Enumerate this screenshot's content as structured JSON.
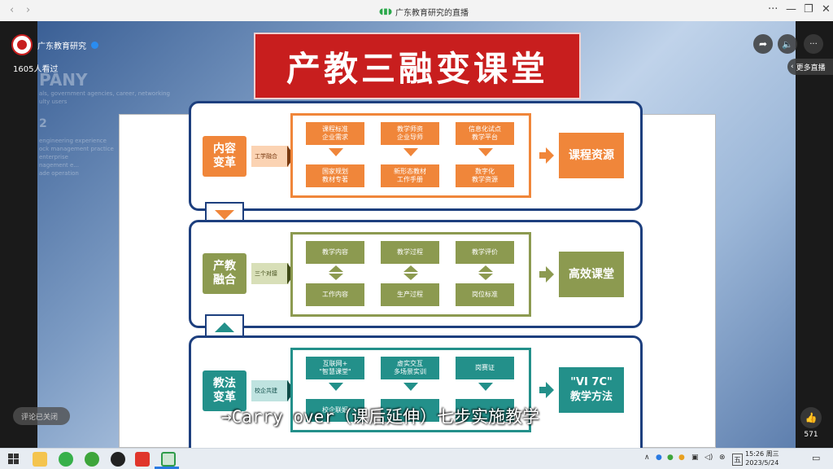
{
  "window": {
    "title": "广东教育研究的直播",
    "back_glyph": "‹",
    "forward_glyph": "›",
    "more_glyph": "···",
    "minimize_glyph": "—",
    "restore_glyph": "❐",
    "close_glyph": "✕"
  },
  "channel": {
    "name": "广东教育研究",
    "viewers": "1605人看过"
  },
  "overlay": {
    "share_glyph": "➦",
    "volume_glyph": "🔈",
    "more_glyph": "···",
    "more_live_label": "更多直播",
    "comments_closed": "评论已关闭",
    "like_count": "571",
    "like_glyph": "👍"
  },
  "slide": {
    "banner_title": "产教三融变课堂",
    "panel1": {
      "tag": "内容\n变革",
      "connector": "工学融合",
      "top": [
        "课程标准\n企业需求",
        "教学师资\n企业导师",
        "信息化试点\n教学平台"
      ],
      "bottom": [
        "国家规划\n教材专著",
        "新形态教材\n工作手册",
        "数字化\n教学资源"
      ],
      "result": "课程资源"
    },
    "panel2": {
      "tag": "产教\n融合",
      "connector": "三个对接",
      "top": [
        "教学内容",
        "教学过程",
        "教学评价"
      ],
      "bottom": [
        "工作内容",
        "生产过程",
        "岗位标准"
      ],
      "result": "高效课堂"
    },
    "panel3": {
      "tag": "教法\n变革",
      "connector": "校企共建",
      "top": [
        "互联网+\n\"智慧课堂\"",
        "虚实交互\n多场景实训",
        "岗赛证"
      ],
      "bottom": [
        "校企联姻",
        "",
        ""
      ],
      "result": "\"VI 7C\"\n教学方法"
    },
    "subtitle": "→Carry over（课后延伸）七步实施教学"
  },
  "background_text": {
    "company": "PANY",
    "line1": "als, government agencies, career, networking",
    "line2": "ulty users",
    "number": "2",
    "line3": "engineering experience",
    "line4": "ock management practice",
    "line5": "enterprise",
    "line6": "nagement e...",
    "line7": "ade operation"
  },
  "taskbar": {
    "tray_ime": "五",
    "time": "15:26 周三",
    "date": "2023/5/24"
  },
  "colors": {
    "orange": "#f0863a",
    "olive": "#8c9a50",
    "teal": "#23908a",
    "navy": "#1d3f7e",
    "banner_red": "#c81e1e"
  }
}
